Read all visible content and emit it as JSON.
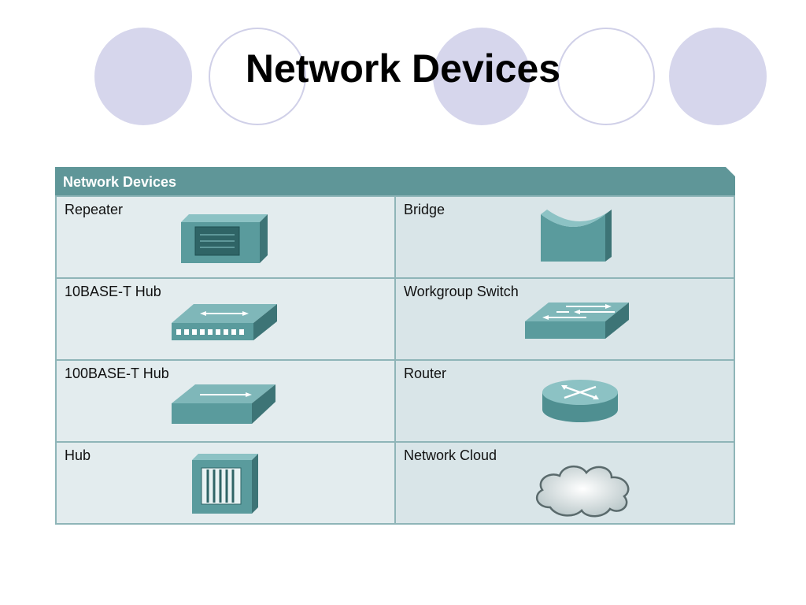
{
  "slide": {
    "title": "Network Devices"
  },
  "table": {
    "header": "Network Devices",
    "rows": [
      {
        "left": {
          "label": "Repeater",
          "icon": "repeater-icon"
        },
        "right": {
          "label": "Bridge",
          "icon": "bridge-icon"
        }
      },
      {
        "left": {
          "label": "10BASE-T Hub",
          "icon": "10base-t-hub-icon"
        },
        "right": {
          "label": "Workgroup Switch",
          "icon": "workgroup-switch-icon"
        }
      },
      {
        "left": {
          "label": "100BASE-T Hub",
          "icon": "100base-t-hub-icon"
        },
        "right": {
          "label": "Router",
          "icon": "router-icon"
        }
      },
      {
        "left": {
          "label": "Hub",
          "icon": "hub-icon"
        },
        "right": {
          "label": "Network Cloud",
          "icon": "network-cloud-icon"
        }
      }
    ]
  },
  "colors": {
    "header": "#5f9698",
    "device": "#5a9b9d",
    "decor_circle": "#d6d6ec"
  }
}
